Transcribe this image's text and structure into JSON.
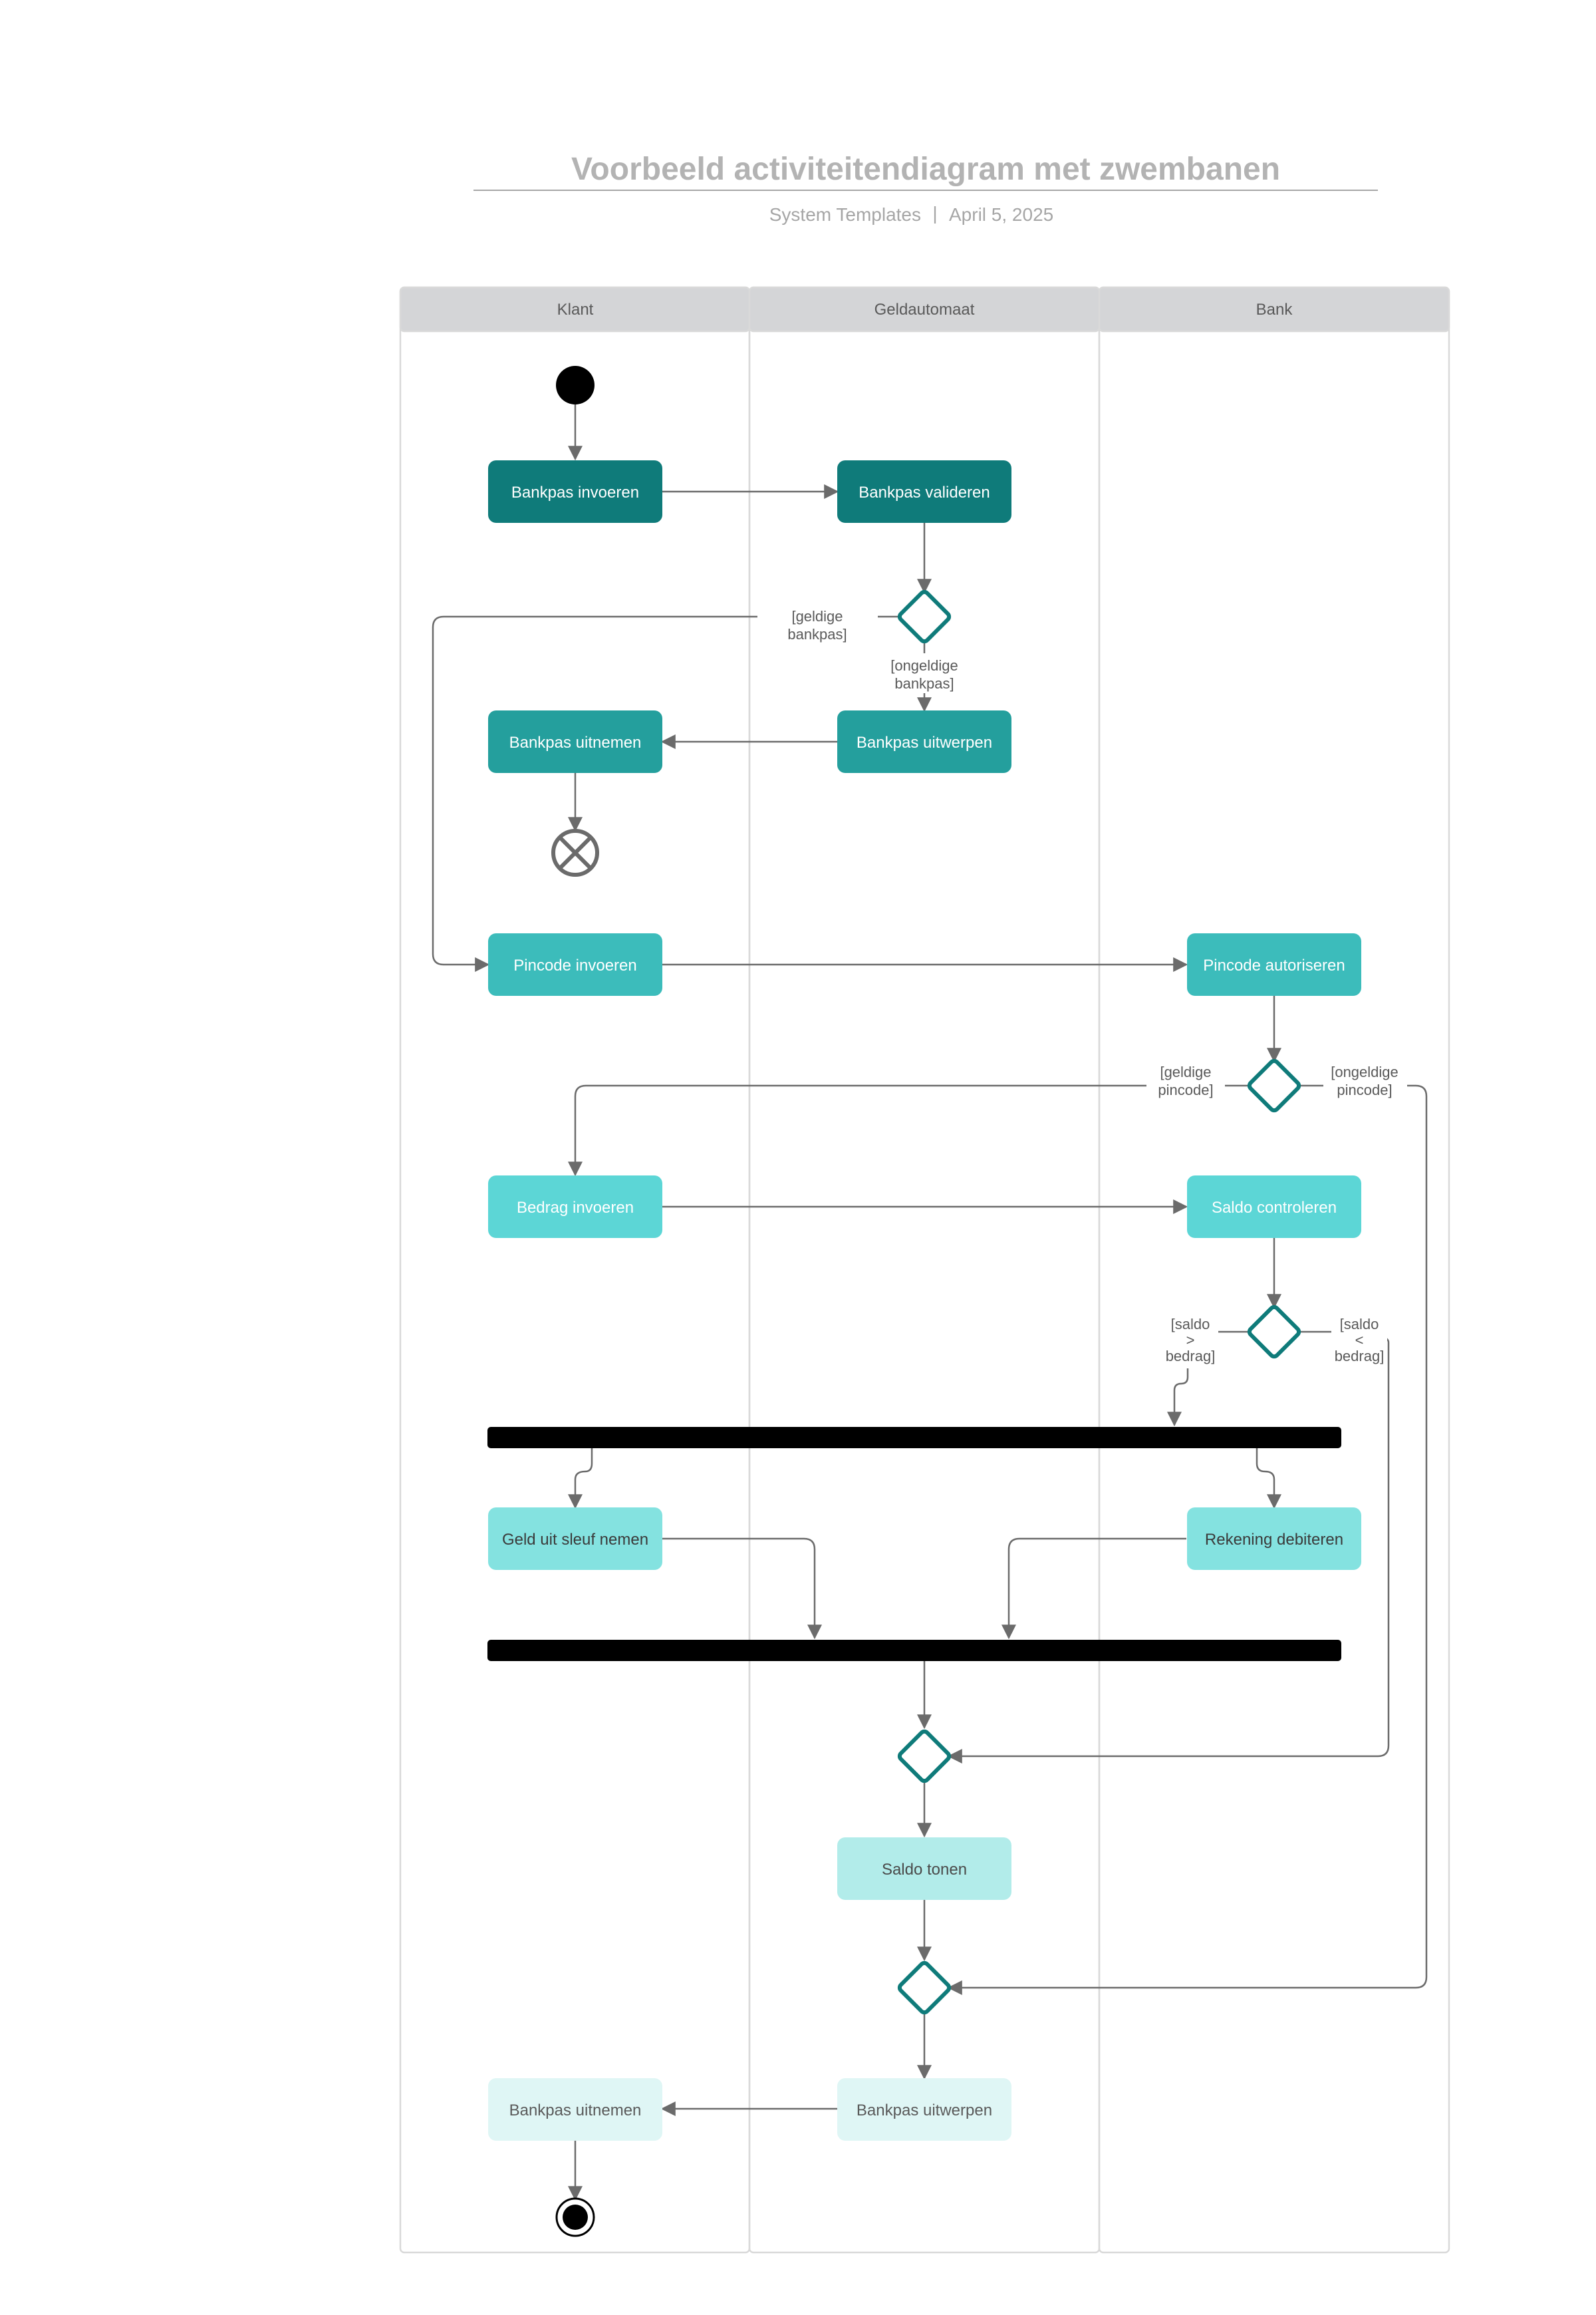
{
  "title": "Voorbeeld activiteitendiagram met zwembanen",
  "subtitle": {
    "source": "System Templates",
    "separator": "|",
    "date": "April 5, 2025"
  },
  "lanes": [
    "Klant",
    "Geldautomaat",
    "Bank"
  ],
  "activities": {
    "insert_card": "Bankpas invoeren",
    "validate_card": "Bankpas valideren",
    "take_card_1": "Bankpas uitnemen",
    "eject_card_1": "Bankpas uitwerpen",
    "enter_pin": "Pincode invoeren",
    "authorize_pin": "Pincode autoriseren",
    "enter_amount": "Bedrag invoeren",
    "check_balance": "Saldo controleren",
    "take_money": "Geld uit sleuf nemen",
    "debit_account": "Rekening debiteren",
    "show_balance": "Saldo tonen",
    "take_card_2": "Bankpas uitnemen",
    "eject_card_2": "Bankpas uitwerpen"
  },
  "guards": {
    "valid_card": [
      "[geldige",
      "bankpas]"
    ],
    "invalid_card": [
      "[ongeldige",
      "bankpas]"
    ],
    "valid_pin": [
      "[geldige",
      "pincode]"
    ],
    "invalid_pin": [
      "[ongeldige",
      "pincode]"
    ],
    "balance_gt": [
      "[saldo",
      ">",
      "bedrag]"
    ],
    "balance_lt": [
      "[saldo",
      "<",
      "bedrag]"
    ]
  },
  "colors": {
    "lane_header": "#d4d5d7",
    "lane_border": "#d9d9d9",
    "connector": "#6b6b6b",
    "diamond_stroke": "#0f7b7a",
    "bar": "#000000",
    "shade_1": "#0f7b7a",
    "shade_2": "#249f9d",
    "shade_3": "#3cbcbb",
    "shade_4": "#5cd6d6",
    "shade_5": "#84e2e0",
    "shade_6": "#b2ecea",
    "shade_7": "#dff6f5"
  }
}
